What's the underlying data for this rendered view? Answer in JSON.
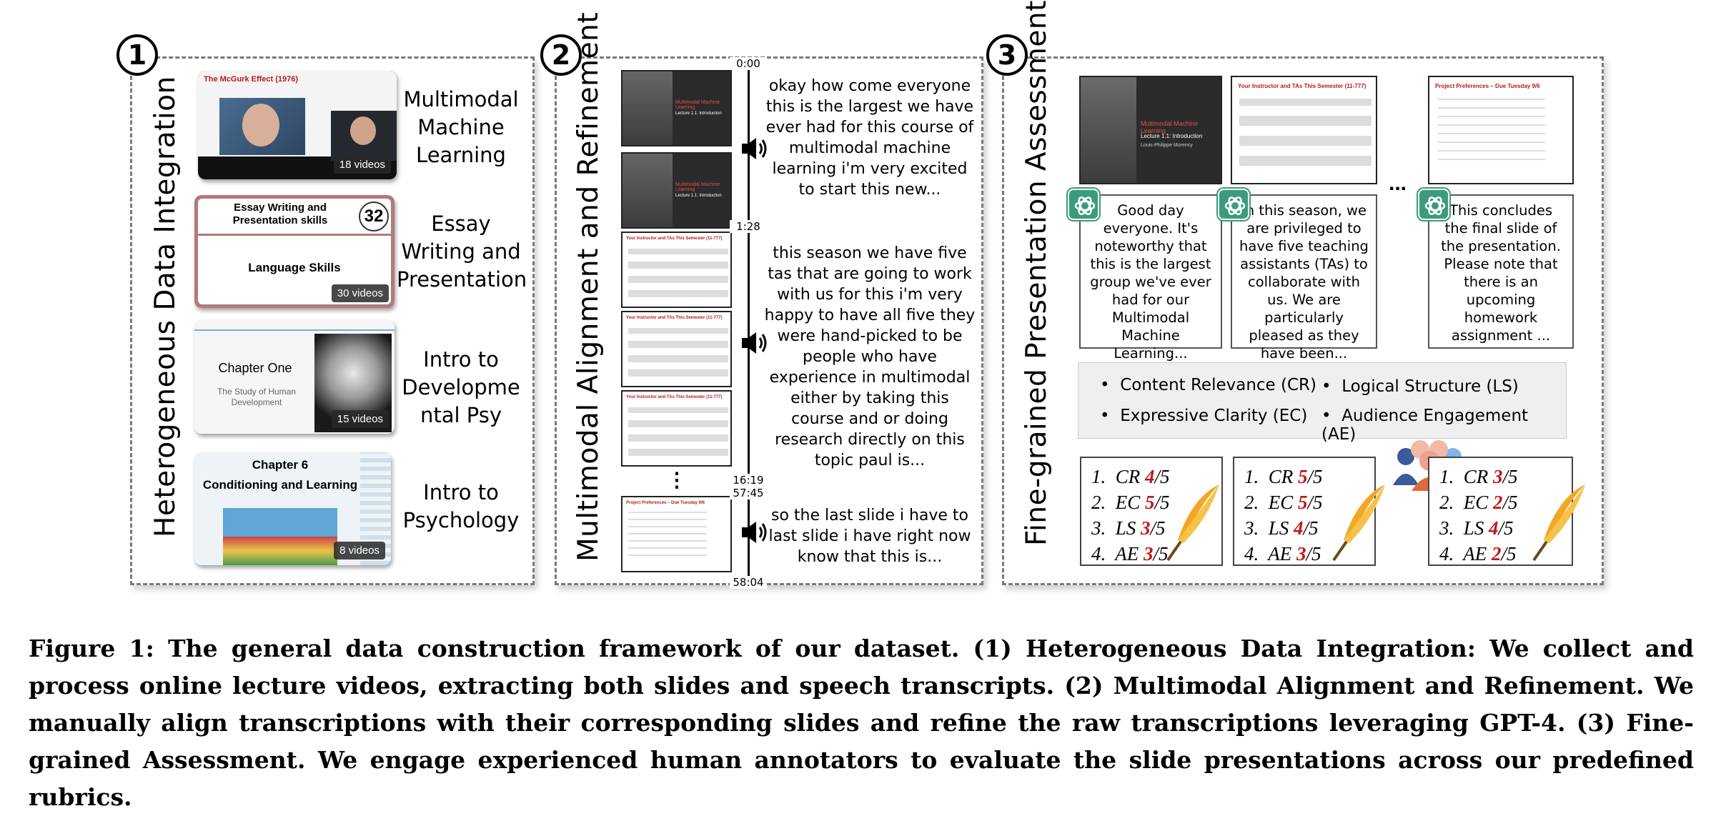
{
  "panel1": {
    "badge": "1",
    "title": "Heterogeneous Data Integration",
    "courses": [
      {
        "label": [
          "Multimodal",
          "Machine",
          "Learning"
        ],
        "videos": "18 videos",
        "thumb_title": "The McGurk Effect (1976)"
      },
      {
        "label": [
          "Essay",
          "Writing and",
          "Presentation"
        ],
        "videos": "30 videos",
        "thumb_title": "Essay Writing and Presentation skills",
        "thumb_sub": "Language Skills",
        "count": "32"
      },
      {
        "label": [
          "Intro to",
          "Developme",
          "ntal Psy"
        ],
        "videos": "15 videos",
        "thumb_title": "Chapter One",
        "thumb_sub": "The Study of Human Development"
      },
      {
        "label": [
          "Intro to",
          "Psychology"
        ],
        "videos": "8 videos",
        "thumb_title": "Chapter 6",
        "thumb_sub": "Conditioning and Learning"
      }
    ]
  },
  "panel2": {
    "badge": "2",
    "title": "Multimodal Alignment and Refinement",
    "times": [
      "0:00",
      "1:28",
      "16:19",
      "57:45",
      "58:04"
    ],
    "transcripts": [
      "okay how come everyone this is the largest we have ever had for this course of multimodal machine learning i'm very excited to start this new...",
      "this season we have five tas that are going to work with us for this i'm very happy to have all five they were hand-picked to be people who have experience in multimodal either by taking this course and or doing research directly on this topic paul is...",
      "so the last slide i have to last slide i have right now know that this is..."
    ],
    "ellipsis": "⋮",
    "slide_texts": {
      "intro_title": "Multimodal Machine Learning",
      "intro_lecture": "Lecture 1.1: Introduction",
      "intro_author": "Louis-Philippe Morency",
      "ta_title": "Your Instructor and TAs This Semester (11-777)",
      "pref_title": "Project Preferences – Due Tuesday 9/6"
    }
  },
  "panel3": {
    "badge": "3",
    "title": "Fine-grained Presentation Assessment",
    "ellipsis": "...",
    "cards": [
      "Good day everyone. It's noteworthy that this is the largest group we've ever had for our Multimodal Machine Learning...",
      "In this season, we are privileged to have five teaching assistants (TAs) to collaborate with us. We are particularly pleased as they have been...",
      "This concludes the final slide of the presentation. Please note that there is an upcoming homework assignment ..."
    ],
    "rubrics": [
      "Content Relevance (CR)",
      "Logical Structure (LS)",
      "Expressive Clarity (EC)",
      "Audience Engagement (AE)"
    ],
    "score_sets": [
      [
        {
          "n": "1.",
          "k": "CR",
          "v": "4"
        },
        {
          "n": "2.",
          "k": "EC",
          "v": "5"
        },
        {
          "n": "3.",
          "k": "LS",
          "v": "3"
        },
        {
          "n": "4.",
          "k": "AE",
          "v": "3"
        }
      ],
      [
        {
          "n": "1.",
          "k": "CR",
          "v": "5"
        },
        {
          "n": "2.",
          "k": "EC",
          "v": "5"
        },
        {
          "n": "3.",
          "k": "LS",
          "v": "4"
        },
        {
          "n": "4.",
          "k": "AE",
          "v": "3"
        }
      ],
      [
        {
          "n": "1.",
          "k": "CR",
          "v": "3"
        },
        {
          "n": "2.",
          "k": "EC",
          "v": "2"
        },
        {
          "n": "3.",
          "k": "LS",
          "v": "4"
        },
        {
          "n": "4.",
          "k": "AE",
          "v": "2"
        }
      ]
    ],
    "score_max": "/5"
  },
  "caption": "Figure 1: The general data construction framework of our dataset. (1) Heterogeneous Data Integration: We collect and process online lecture videos, extracting both slides and speech transcripts. (2) Multimodal Alignment and Refinement. We manually align transcriptions with their corresponding slides and refine the raw transcriptions leveraging GPT-4. (3) Fine-grained Assessment. We engage experienced human annotators to evaluate the slide presentations across our predefined rubrics.",
  "colors": {
    "accent_red": "#c0181c",
    "gpt_green": "#3d9b7d",
    "quill_orange": "#f0a020"
  }
}
